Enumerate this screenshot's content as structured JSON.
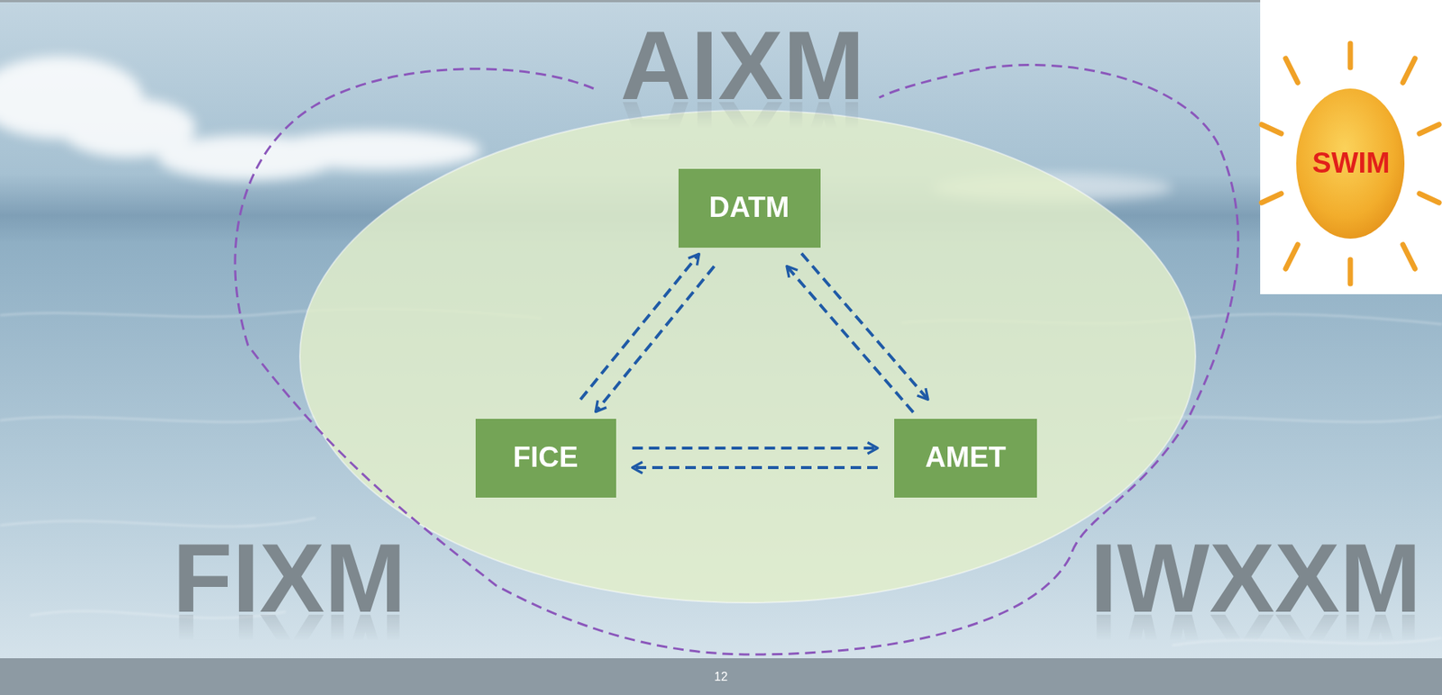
{
  "diagram": {
    "nodes": [
      {
        "text": [
          "DATM"
        ]
      },
      {
        "text": [
          "FICE"
        ]
      },
      {
        "text": [
          "AMET"
        ]
      },
      {
        "text": [
          "SWIM"
        ]
      }
    ],
    "edges": [
      {
        "from": 1,
        "to": 0,
        "arrow": "to"
      },
      {
        "from": 0,
        "to": 1,
        "arrow": "to"
      },
      {
        "from": 0,
        "to": 2,
        "arrow": "to"
      },
      {
        "from": 2,
        "to": 0,
        "arrow": "to"
      },
      {
        "from": 1,
        "to": 2,
        "arrow": "to"
      },
      {
        "from": 2,
        "to": 1,
        "arrow": "to"
      }
    ],
    "labels": [
      "AIXM",
      "FIXM",
      "IWXXM",
      "12"
    ]
  }
}
